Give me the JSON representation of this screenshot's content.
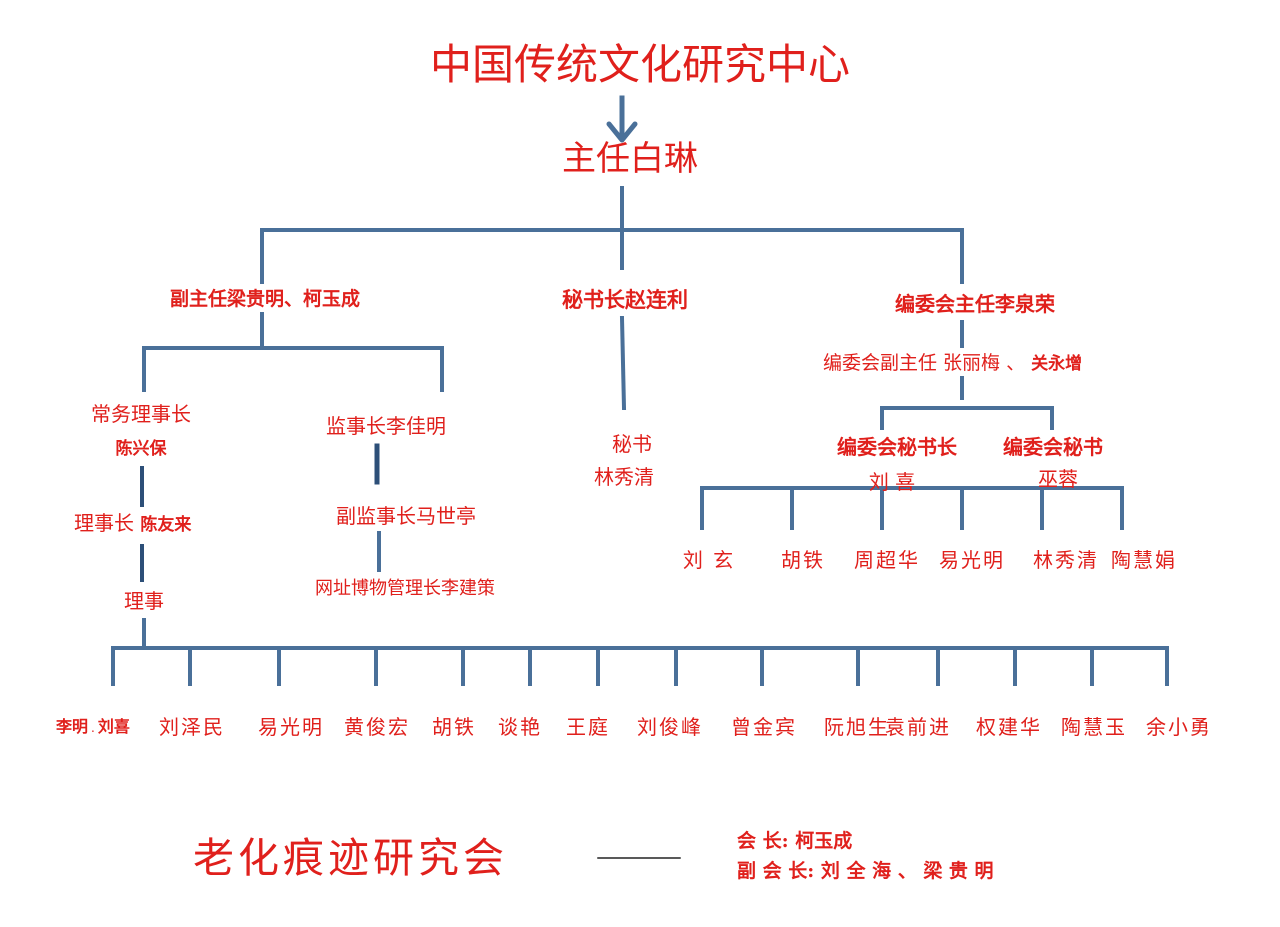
{
  "center": "中国传统文化研究中心",
  "director": "主任白琳",
  "deputy_directors": "副主任梁贵明、柯玉成",
  "secretary_general": "秘书长赵连利",
  "editorial_director": "编委会主任李泉荣",
  "editorial_deputy": {
    "label": "编委会副主任 张丽梅",
    "sep": "、",
    "name": "关永增"
  },
  "executive_director": {
    "label": "常务理事长",
    "name": "陈兴保"
  },
  "chief_supervisor": "监事长李佳明",
  "chairman": {
    "label": "理事长",
    "name": "陈友来"
  },
  "deputy_supervisor": "副监事长马世亭",
  "museum_manager": "网址博物管理长李建策",
  "directors_label": "理事",
  "secretary": {
    "label": "秘书",
    "name": "林秀清"
  },
  "editorial_sec_general": {
    "label": "编委会秘书长",
    "name": "刘 喜"
  },
  "editorial_secretary": {
    "label": "编委会秘书",
    "name": "巫蓉"
  },
  "editorial_members": [
    "刘 玄",
    "胡铁",
    "周超华",
    "易光明",
    "林秀清",
    "陶慧娟"
  ],
  "board_first": {
    "names": "李明",
    "sep": ".",
    "second": "刘喜"
  },
  "board_members": [
    "刘泽民",
    "易光明",
    "黄俊宏",
    "胡铁",
    "谈艳",
    "王庭",
    "刘俊峰",
    "曾金宾",
    "阮旭生",
    "袁前进",
    "权建华",
    "陶慧玉",
    "余小勇"
  ],
  "association": {
    "name": "老化痕迹研究会",
    "president": "会 长: 柯玉成",
    "vice_president": "副 会 长: 刘 全 海 、 梁 贵 明"
  },
  "colors": {
    "text": "#e0201c",
    "line": "#4a7099",
    "bar": "#2d4f78"
  }
}
